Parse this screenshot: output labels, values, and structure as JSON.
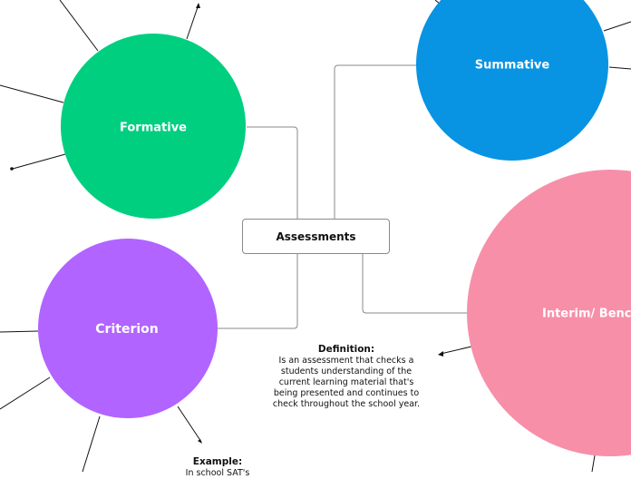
{
  "center": {
    "label": "Assessments"
  },
  "topics": {
    "formative": {
      "label": "Formative",
      "color": "#00cf80"
    },
    "summative": {
      "label": "Summative",
      "color": "#0993e3"
    },
    "criterion": {
      "label": "Criterion",
      "color": "#b164ff"
    },
    "interim": {
      "label": "Interim/ Bench",
      "color": "#f78fa9"
    }
  },
  "connector_color": "#8a8a8a",
  "notes": {
    "definition": {
      "heading": "Definition:",
      "lines": [
        "Is an assessment that checks a",
        "students understanding of the",
        "current learning material that's",
        "being presented and continues to",
        "check throughout the school year."
      ]
    },
    "example": {
      "heading": "Example:",
      "lines": [
        "In school SAT's"
      ]
    }
  }
}
